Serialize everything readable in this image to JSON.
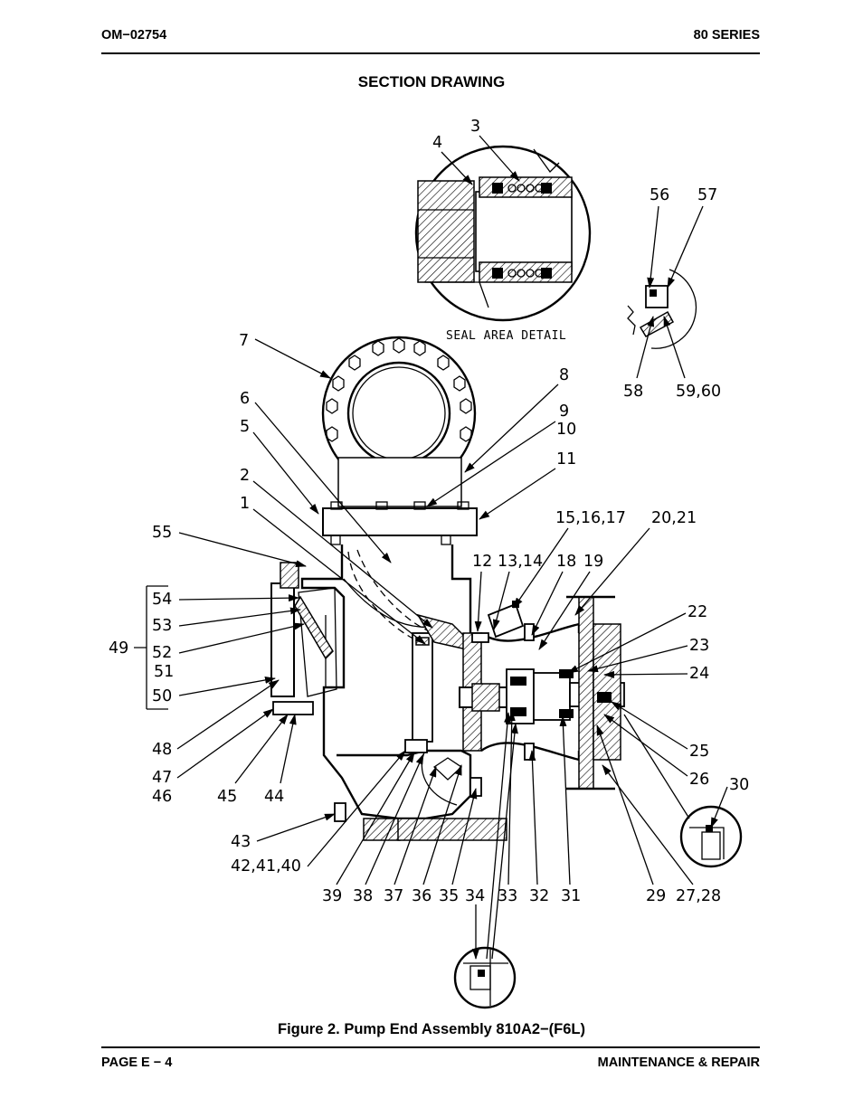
{
  "header": {
    "left": "OM−02754",
    "right": "80 SERIES"
  },
  "section_title": "SECTION DRAWING",
  "seal_detail_label": "SEAL AREA DETAIL",
  "caption": "Figure 2.  Pump End Assembly 810A2−(F6L)",
  "footer": {
    "left": "PAGE E − 4",
    "right": "MAINTENANCE & REPAIR"
  },
  "callouts": {
    "c3": "3",
    "c4": "4",
    "c56": "56",
    "c57": "57",
    "c58": "58",
    "c5960": "59,60",
    "c7": "7",
    "c8": "8",
    "c6": "6",
    "c5": "5",
    "c9": "9",
    "c10": "10",
    "c11": "11",
    "c2": "2",
    "c1": "1",
    "c55": "55",
    "c15": "15,16,17",
    "c20": "20,21",
    "c12": "12",
    "c13": "13,14",
    "c18": "18",
    "c19": "19",
    "c54": "54",
    "c53": "53",
    "c49": "49",
    "c52": "52",
    "c51": "51",
    "c50": "50",
    "c22": "22",
    "c23": "23",
    "c24": "24",
    "c25": "25",
    "c26": "26",
    "c30": "30",
    "c48": "48",
    "c47": "47",
    "c46": "46",
    "c45": "45",
    "c44": "44",
    "c43": "43",
    "c42": "42,41,40",
    "c39": "39",
    "c38": "38",
    "c37": "37",
    "c36": "36",
    "c35": "35",
    "c34": "34",
    "c33": "33",
    "c32": "32",
    "c31": "31",
    "c29": "29",
    "c27": "27,28"
  }
}
